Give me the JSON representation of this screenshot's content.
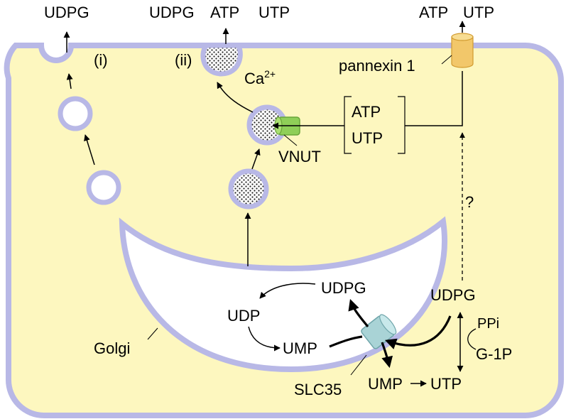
{
  "colors": {
    "cell_fill": "#fdf7bf",
    "membrane": "#b8b8e6",
    "pannexin": "#f2c76a",
    "vnut": "#8fcf58",
    "slc35": "#a9d3d6",
    "golgi_fill": "#ffffff",
    "line": "#000000"
  },
  "labels": {
    "udpg_top_left": "UDPG",
    "marker_i": "(i)",
    "udpg_top_mid": "UDPG",
    "atp_top_mid": "ATP",
    "utp_top_mid": "UTP",
    "marker_ii": "(ii)",
    "calcium": "Ca",
    "calcium_sup": "2+",
    "atp_top_right": "ATP",
    "utp_top_right": "UTP",
    "pannexin": "pannexin 1",
    "atp_bracket": "ATP",
    "utp_bracket": "UTP",
    "vnut": "VNUT",
    "question": "?",
    "udpg_golgi": "UDPG",
    "udp": "UDP",
    "ump_golgi": "UMP",
    "golgi": "Golgi",
    "slc35": "SLC35",
    "udpg_cyto": "UDPG",
    "ppi": "PPi",
    "g1p": "G-1P",
    "ump_cyto": "UMP",
    "utp_cyto": "UTP"
  }
}
